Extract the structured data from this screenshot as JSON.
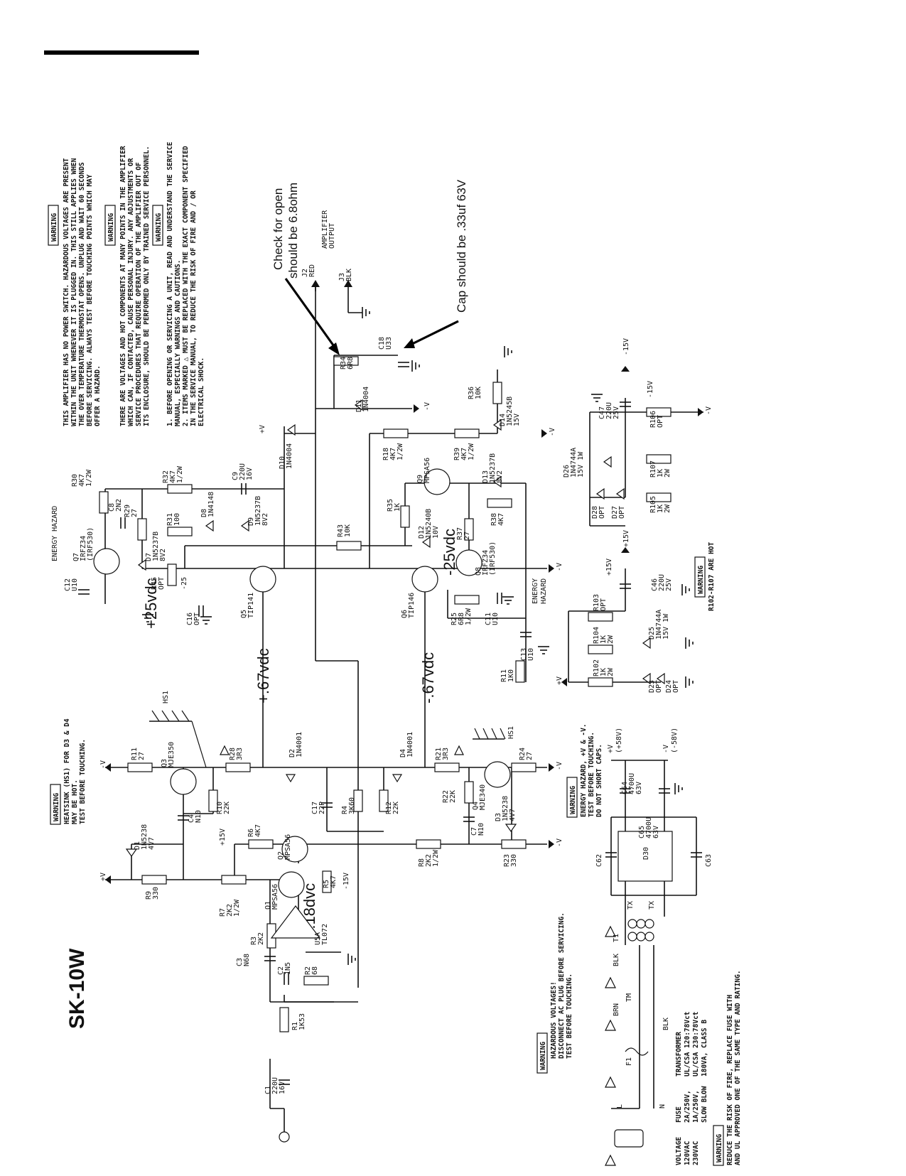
{
  "title": "SK-10W",
  "annotations": {
    "check_open": "Check for open",
    "should_be": "should be 6.8ohm",
    "cap_should_be": "Cap should be .33uf 63V",
    "v_pos67": "+.67vdc",
    "v_neg67": "-.67vdc",
    "v_pos25": "+25vdc",
    "v_neg25": "-25vdc",
    "v_neg18": "-.18dvc"
  },
  "top_notes": {
    "warning_label": "WARNING",
    "para1": [
      "THIS AMPLIFIER HAS NO POWER SWITCH. HAZARDOUS VOLTAGES ARE PRESENT",
      "WITHIN THE UNIT WHENEVER IT IS PLUGGED IN. THIS STILL APPLIES WHEN",
      "THE OVER TEMPERATURE THERMOSTAT OPENS. UNPLUG AND WAIT 60 SECONDS",
      "BEFORE SERVICING. ALWAYS TEST BEFORE TOUCHING POINTS WHICH MAY",
      "OFFER A HAZARD."
    ],
    "para2": [
      "THERE ARE VOLTAGES AND HOT COMPONENTS AT MANY POINTS IN THE AMPLIFIER",
      "WHICH CAN, IF CONTACTED, CAUSE PERSONAL INJURY. ANY ADJUSTMENTS OR",
      "SERVICE PROCEDURES THAT REQUIRE OPERATION OF THE AMPLIFIER OUT OF",
      "ITS ENCLOSURE, SHOULD BE PERFORMED ONLY BY TRAINED SERVICE PERSONNEL."
    ],
    "para3": [
      "1. BEFORE OPENING OR SERVICING A UNIT, READ AND UNDERSTAND THE SERVICE",
      "   MANUAL, ESPECIALLY WARNINGS AND CAUTIONS.",
      "2. ITEMS MARKED △ MUST BE REPLACED WITH THE EXACT COMPONENT SPECIFIED",
      "   IN THE SERVICE MANUAL, TO REDUCE THE RISK OF FIRE AND / OR",
      "   ELECTRICAL SHOCK."
    ]
  },
  "heatsink_note": [
    "HEATSINK (HS1) FOR D3 & D4",
    "MAY BE HOT.",
    "TEST BEFORE TOUCHING."
  ],
  "energy_note": [
    "ENERGY HAZARD, +V & -V.",
    "TEST BEFORE TOUCHING.",
    "DO NOT SHORT CAPS."
  ],
  "hazard_note": [
    "HAZARDOUS VOLTAGES!",
    "DISCONNECT AC PLUG BEFORE SERVICING.",
    "TEST BEFORE TOUCHING."
  ],
  "fuse_table": {
    "headers": [
      "VOLTAGE",
      "FUSE",
      "TRANSFORMER"
    ],
    "rows": [
      [
        "120VAC",
        "2A/250V,",
        "UL/CSA 120:78Vct"
      ],
      [
        "230VAC",
        "1A/250V,",
        "UL/CSA 230:78Vct"
      ],
      [
        "",
        "SLOW BLOW",
        "180VA, CLASS B"
      ]
    ]
  },
  "fire_note": [
    "REDUCE THE RISK OF FIRE, REPLACE FUSE WITH",
    "AND UL APPROVED ONE OF THE SAME TYPE AND RATING."
  ],
  "hot_note": "R102-R107 ARE HOT",
  "output_label": [
    "AMPLIFIER",
    "OUTPUT"
  ],
  "components": {
    "C1": [
      "C1",
      "220U",
      "16V"
    ],
    "R1": [
      "R1",
      "1K53"
    ],
    "C2": [
      "C2",
      "1N5"
    ],
    "R2": [
      "R2",
      "68"
    ],
    "C3": [
      "C3",
      "N68"
    ],
    "R3": [
      "R3",
      "2K2"
    ],
    "U5A": [
      "U5A",
      "TL072"
    ],
    "Q1": [
      "Q1",
      "MPSA56"
    ],
    "R5": [
      "R5",
      "4K7"
    ],
    "R7": [
      "R7",
      "2K2",
      "1/2W"
    ],
    "R9": [
      "R9",
      "330"
    ],
    "D1": [
      "D1",
      "1N5238",
      "4V7"
    ],
    "C4": [
      "C4",
      "N10"
    ],
    "R10": [
      "R10",
      "22K"
    ],
    "Q3": [
      "Q3",
      "MJE350"
    ],
    "R11": [
      "R11",
      "27"
    ],
    "R28": [
      "R28",
      "3R3"
    ],
    "D2": [
      "D2",
      "1N4001"
    ],
    "Q2": [
      "Q2",
      "MPSA56"
    ],
    "R6": [
      "R6",
      "4K7"
    ],
    "C17": [
      "C17",
      "22P"
    ],
    "R4": [
      "R4",
      "3K60"
    ],
    "R12": [
      "R12",
      "22K"
    ],
    "D4": [
      "D4",
      "1N4001"
    ],
    "R8": [
      "R8",
      "2K2",
      "1/2W"
    ],
    "R21": [
      "R21",
      "3R3"
    ],
    "R22": [
      "R22",
      "22K"
    ],
    "C7": [
      "C7",
      "N10"
    ],
    "Q4": [
      "Q4",
      "MJE340"
    ],
    "D3": [
      "D3",
      "1N5238",
      "4V7"
    ],
    "R23": [
      "R23",
      "330"
    ],
    "R24": [
      "R24",
      "27"
    ],
    "R30": [
      "R30",
      "4K7",
      "1/2W"
    ],
    "R29": [
      "R29",
      "27"
    ],
    "C8": [
      "C8",
      "2N2"
    ],
    "Q7": [
      "Q7",
      "IRFZ34",
      "(IRF530)"
    ],
    "D7": [
      "D7",
      "1N5237B",
      "8V2"
    ],
    "C12": [
      "C12",
      "U10"
    ],
    "R45": [
      "R45",
      "OPT"
    ],
    "C16": [
      "C16",
      "OPT"
    ],
    "R32": [
      "R32",
      "4K7",
      "1/2W"
    ],
    "R31": [
      "R31",
      "100"
    ],
    "D8": [
      "D8",
      "1N4148"
    ],
    "C9": [
      "C9",
      "220U",
      "16V"
    ],
    "D9": [
      "D9",
      "1N5237B",
      "8V2"
    ],
    "Q5": [
      "Q5",
      "TIP141"
    ],
    "R43": [
      "R43",
      "10K"
    ],
    "Q6": [
      "Q6",
      "TIP146"
    ],
    "R25": [
      "R25",
      "6R8",
      "1/2W"
    ],
    "C11": [
      "C11",
      "U10"
    ],
    "R18": [
      "R18",
      "4K7",
      "1/2W"
    ],
    "Q9": [
      "Q9",
      "MPSA56"
    ],
    "R35": [
      "R35",
      "1K"
    ],
    "D12": [
      "D12",
      "1N5240B",
      "10V"
    ],
    "R37": [
      "R37",
      "27"
    ],
    "Q8": [
      "Q8",
      "IRFZ34",
      "(IRF530)"
    ],
    "R39": [
      "R39",
      "4K7",
      "1/2W"
    ],
    "D13": [
      "D13",
      "1N5237B",
      "8V2"
    ],
    "R38": [
      "R38",
      "4K7"
    ],
    "R36": [
      "R36",
      "10K"
    ],
    "D14": [
      "D14",
      "1N5245B",
      "15V"
    ],
    "D10": [
      "D10",
      "1N4004"
    ],
    "D11": [
      "D11",
      "1N4004"
    ],
    "R34": [
      "R34",
      "6R8"
    ],
    "C18": [
      "C18",
      "U33"
    ],
    "J2": [
      "J2",
      "RED"
    ],
    "J3": [
      "J3",
      "BLK"
    ],
    "C13": [
      "C13",
      "U10"
    ],
    "R11b": [
      "R11",
      "1K0"
    ],
    "R103": [
      "R103",
      "OPT"
    ],
    "R104": [
      "R104",
      "1K",
      "2W"
    ],
    "R102": [
      "R102",
      "1K",
      "2W"
    ],
    "D25": [
      "D25",
      "1N4744A",
      "15V 1W"
    ],
    "D23": [
      "D23",
      "OPT"
    ],
    "D24": [
      "D24",
      "OPT"
    ],
    "C46": [
      "C46",
      "220U",
      "25V"
    ],
    "C47": [
      "C47",
      "220U",
      "25V"
    ],
    "R106": [
      "R106",
      "OPT"
    ],
    "R107": [
      "R107",
      "1K",
      "2W"
    ],
    "R105": [
      "R105",
      "1K",
      "2W"
    ],
    "D26": [
      "D26",
      "1N4744A",
      "15V 1W"
    ],
    "D28": [
      "D28",
      "OPT"
    ],
    "D27": [
      "D27",
      "OPT"
    ],
    "C64": [
      "C64",
      "4700U",
      "63V"
    ],
    "C65": [
      "C65",
      "4700U",
      "63V"
    ],
    "D30": [
      "D30"
    ],
    "C62": [
      "C62"
    ],
    "C63": [
      "C63"
    ],
    "F1": [
      "F1"
    ],
    "T1": [
      "T1"
    ],
    "TM": [
      "TM"
    ]
  },
  "rails": {
    "pv": "+V",
    "nv": "-V",
    "p15": "+15V",
    "n15": "-15V",
    "p58": "(+58V)",
    "n58": "(-58V)",
    "p15l": "+15V",
    "n15l": "-15V"
  },
  "wire_labels": [
    "BRN",
    "BLK",
    "BLK",
    "L",
    "N",
    "TX",
    "TX",
    "HS1",
    "HS1",
    "ENERGY HAZARD",
    "ENERGY",
    "HAZARD",
    "-25"
  ]
}
